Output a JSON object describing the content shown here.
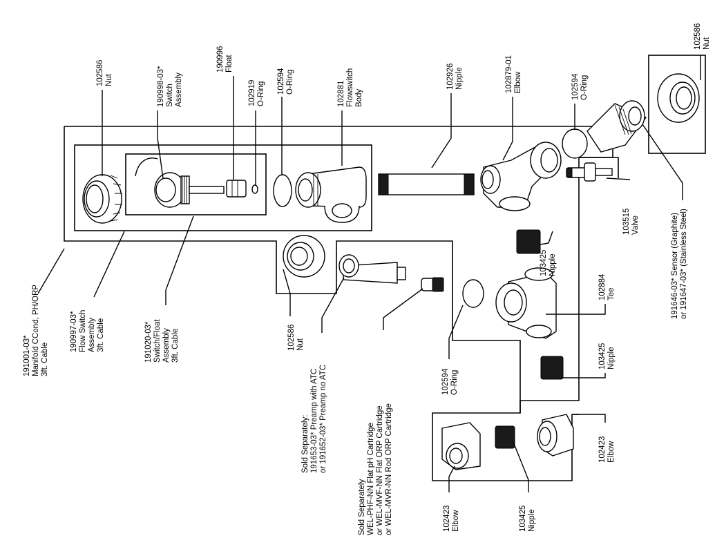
{
  "labels": {
    "nut_a": [
      "102586",
      "Nut"
    ],
    "switch_assembly": [
      "190998-03*",
      "Switch",
      "Assembly"
    ],
    "float": [
      "190996",
      "Float"
    ],
    "oring_small": [
      "102919",
      "O-Ring"
    ],
    "oring_a": [
      "102594",
      "O-Ring"
    ],
    "flowswitch_body": [
      "102881",
      "Flowswitch",
      "Body"
    ],
    "nipple_long": [
      "102926",
      "Nipple"
    ],
    "elbow_a": [
      "102879-01",
      "Elbow"
    ],
    "oring_b": [
      "102594",
      "O-Ring"
    ],
    "nut_b": [
      "102586",
      "Nut"
    ],
    "nipple_a": [
      "103425",
      "Nipple"
    ],
    "valve": [
      "103515",
      "Valve"
    ],
    "sensor": [
      "191646-03* Sensor (Graphite)",
      "or 191647-03* (Stainless Steel)"
    ],
    "tee": [
      "102884",
      "Tee"
    ],
    "nipple_b": [
      "103425",
      "Nipple"
    ],
    "elbow_b": [
      "102423",
      "Elbow"
    ],
    "manifold": [
      "191001-03*",
      "Manifold CCond, PH/ORP",
      "3ft. Cable"
    ],
    "flow_switch_assy": [
      "190997-03*",
      "Flow Switch",
      "Assembly",
      "3ft. Cable"
    ],
    "switch_float_assy": [
      "191020-03*",
      "Switch/Float",
      "Assembly",
      "3ft. Cable"
    ],
    "nut_c": [
      "102586",
      "Nut"
    ],
    "oring_c": [
      "102594",
      "O-Ring"
    ],
    "preamp_note": [
      "Sold Separately:",
      "191653-03* Preamp with ATC",
      "or 191652-03* Preamp no ATC"
    ],
    "cartridge_note": [
      "Sold Separately",
      "WEL-PHF-NN Flat pH Cartridge",
      "or WEL-MVF-NN Flat ORP Cartridge",
      "or WEL-MVR-NN Rod ORP Cartridge"
    ],
    "elbow_c": [
      "102423",
      "Elbow"
    ],
    "nipple_c": [
      "103425",
      "Nipple"
    ]
  }
}
